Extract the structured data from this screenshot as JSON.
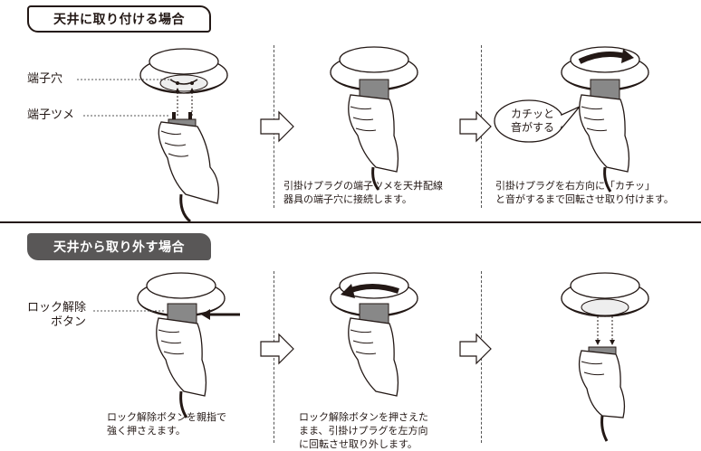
{
  "sections": {
    "attach": {
      "title": "天井に取り付ける場合",
      "label_terminal_hole": "端子穴",
      "label_terminal_claw": "端子ツメ",
      "step2_caption": "引掛けプラグの端子ツメを天井配線\n器具の端子穴に接続します。",
      "step3_bubble": "カチッと\n音がする",
      "step3_caption": "引掛けプラグを右方向に「カチッ」\nと音がするまで回転させ取り付けます。"
    },
    "detach": {
      "title": "天井から取り外す場合",
      "label_lock_release": "ロック解除\n　　ボタン",
      "step1_caption": "ロック解除ボタンを親指で\n強く押さえます。",
      "step2_caption": "ロック解除ボタンを押さえた\nまま、引掛けプラグを左方向\nに回転させ取り外します。"
    }
  },
  "colors": {
    "ink": "#231815",
    "header_dark": "#595757",
    "bubble_stroke": "#231815"
  }
}
